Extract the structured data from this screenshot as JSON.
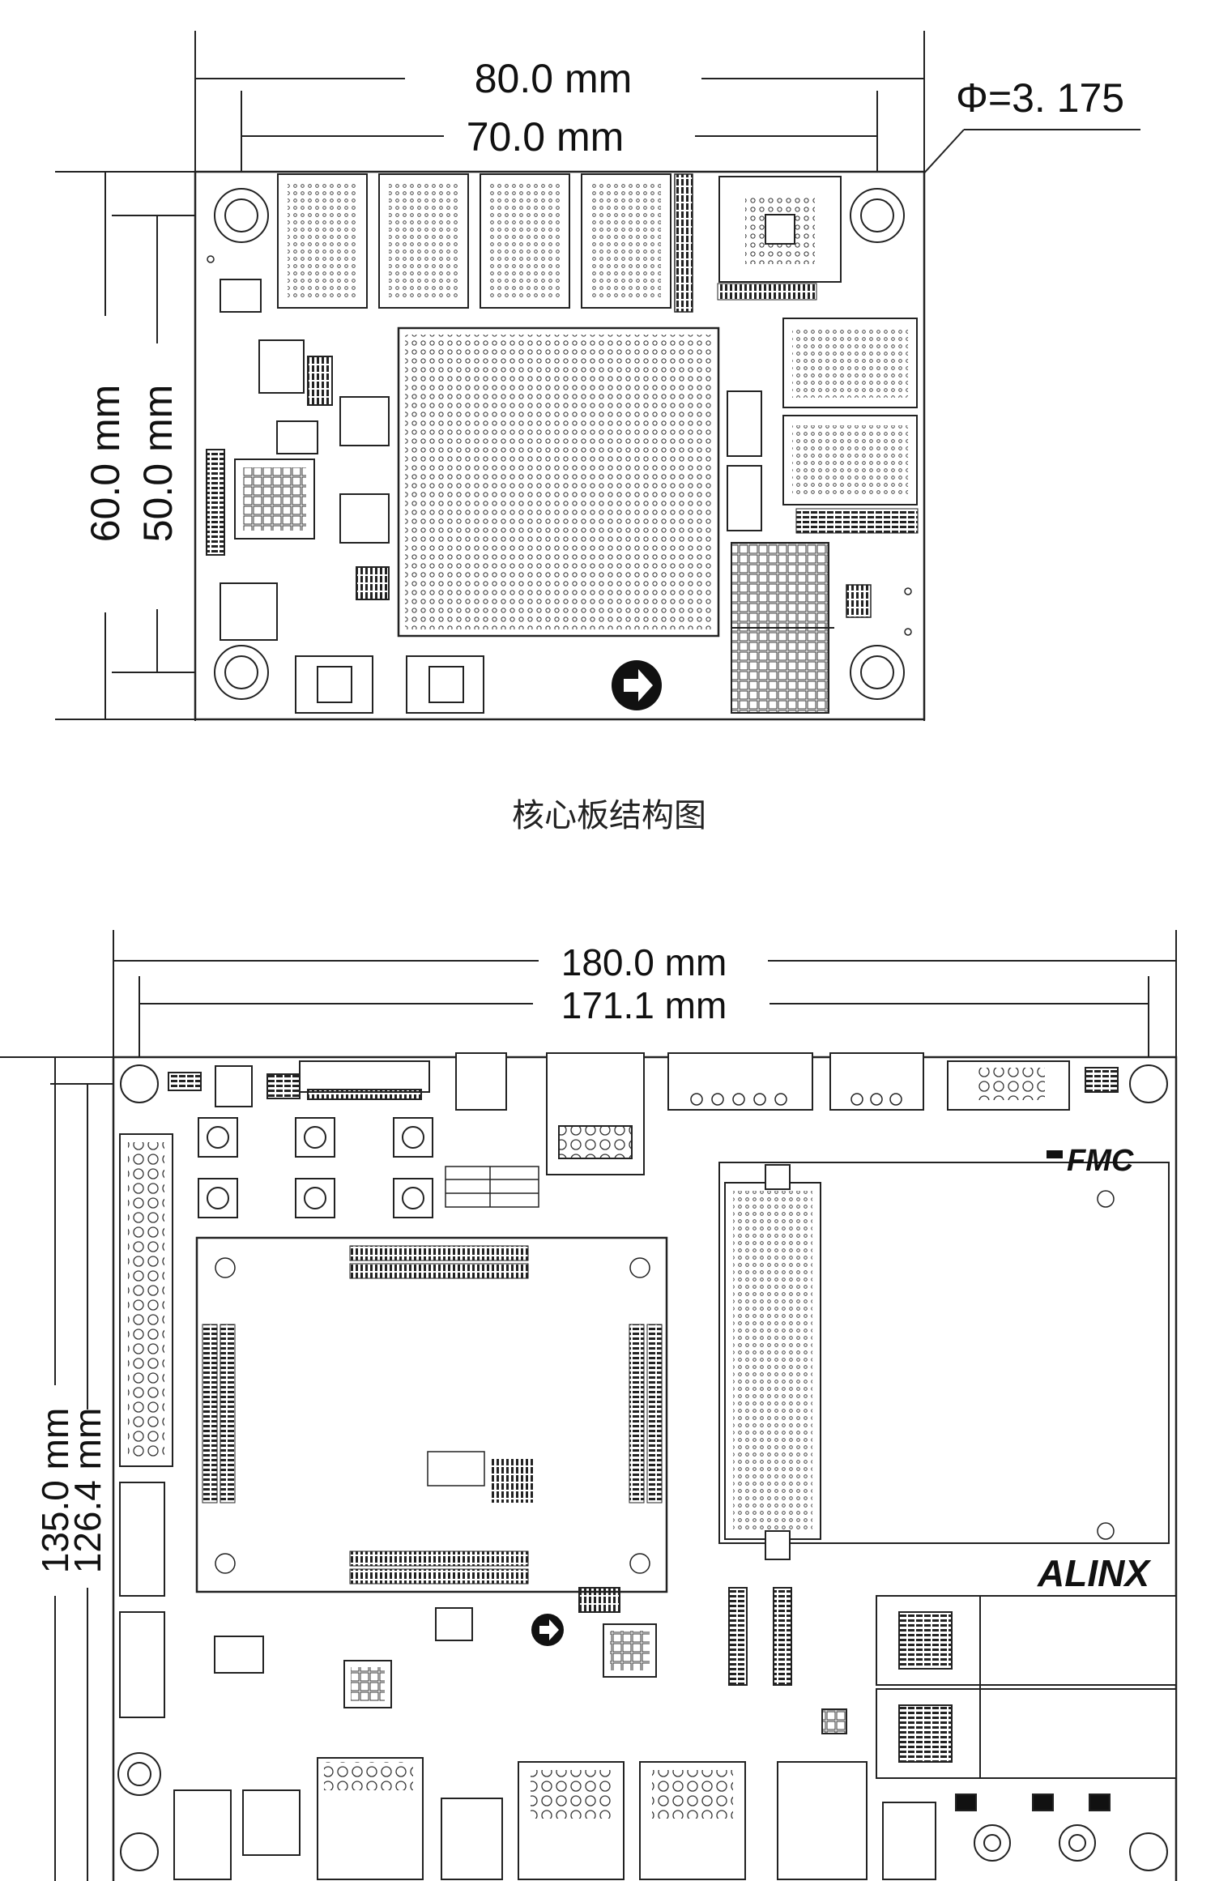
{
  "core_board": {
    "dim_outer_width": "80.0 mm",
    "dim_inner_width": "70.0 mm",
    "dim_outer_height": "60.0 mm",
    "dim_inner_height": "50.0 mm",
    "hole_diameter": "Φ=3. 175",
    "caption": "核心板结构图"
  },
  "carrier_board": {
    "dim_outer_width": "180.0 mm",
    "dim_inner_width": "171.1 mm",
    "dim_outer_height": "135.0 mm",
    "dim_inner_height": "126.4 mm",
    "fmc_label": "FMC",
    "brand": "ALINX"
  }
}
